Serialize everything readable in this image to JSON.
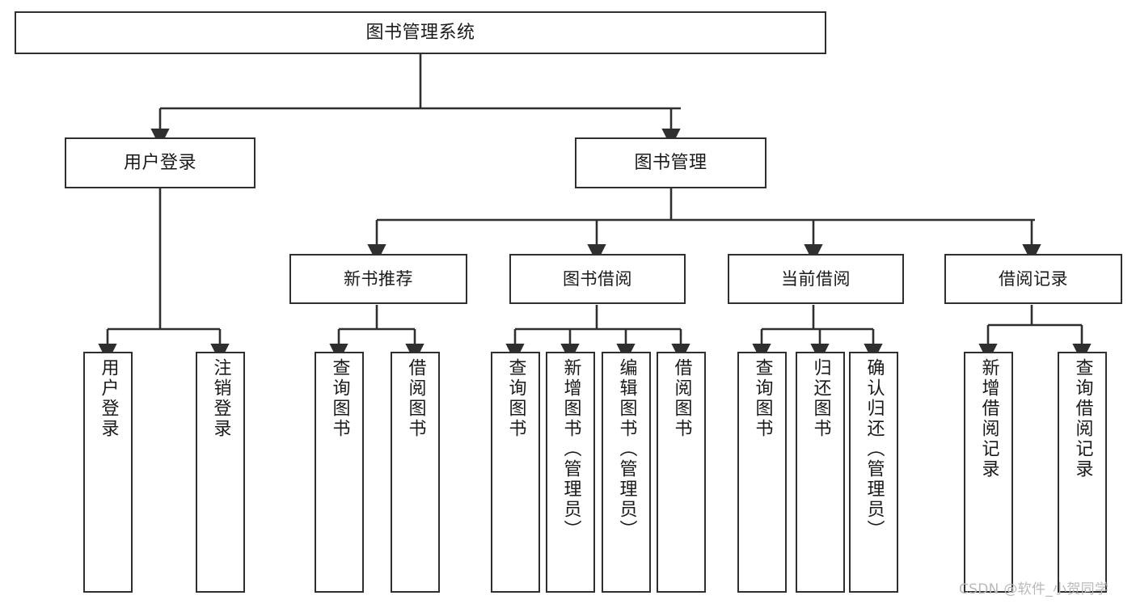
{
  "diagram": {
    "type": "tree-hierarchy-diagram",
    "title": "图书管理系统",
    "stroke_color": "#2f2f2f",
    "background_color": "#ffffff",
    "text_color": "#1a1a1a",
    "watermark": "CSDN @软件_小贺同学",
    "nodes": {
      "root": {
        "label": "图书管理系统",
        "level": 0
      },
      "l1": [
        {
          "id": "user-login",
          "label": "用户登录",
          "level": 1
        },
        {
          "id": "book-manage",
          "label": "图书管理",
          "level": 1
        }
      ],
      "l2": [
        {
          "id": "new-book-recommend",
          "label": "新书推荐",
          "level": 2,
          "parent": "book-manage"
        },
        {
          "id": "book-borrow",
          "label": "图书借阅",
          "level": 2,
          "parent": "book-manage"
        },
        {
          "id": "current-borrow",
          "label": "当前借阅",
          "level": 2,
          "parent": "book-manage"
        },
        {
          "id": "borrow-record",
          "label": "借阅记录",
          "level": 2,
          "parent": "book-manage"
        }
      ],
      "leaves": [
        {
          "id": "leaf-user-login",
          "label": "用户登录",
          "parent": "user-login"
        },
        {
          "id": "leaf-logout-login",
          "label": "注销登录",
          "parent": "user-login"
        },
        {
          "id": "leaf-query-book-1",
          "label": "查询图书",
          "parent": "new-book-recommend"
        },
        {
          "id": "leaf-borrow-book-1",
          "label": "借阅图书",
          "parent": "new-book-recommend"
        },
        {
          "id": "leaf-query-book-2",
          "label": "查询图书",
          "parent": "book-borrow"
        },
        {
          "id": "leaf-add-book",
          "label": "新增图书（管理员）",
          "parent": "book-borrow"
        },
        {
          "id": "leaf-edit-book",
          "label": "编辑图书（管理员）",
          "parent": "book-borrow"
        },
        {
          "id": "leaf-borrow-book-2",
          "label": "借阅图书",
          "parent": "book-borrow"
        },
        {
          "id": "leaf-query-book-3",
          "label": "查询图书",
          "parent": "current-borrow"
        },
        {
          "id": "leaf-return-book",
          "label": "归还图书",
          "parent": "current-borrow"
        },
        {
          "id": "leaf-confirm-return",
          "label": "确认归还（管理员）",
          "parent": "current-borrow"
        },
        {
          "id": "leaf-add-borrow-record",
          "label": "新增借阅记录",
          "parent": "borrow-record"
        },
        {
          "id": "leaf-query-borrow-record",
          "label": "查询借阅记录",
          "parent": "borrow-record"
        }
      ]
    }
  }
}
